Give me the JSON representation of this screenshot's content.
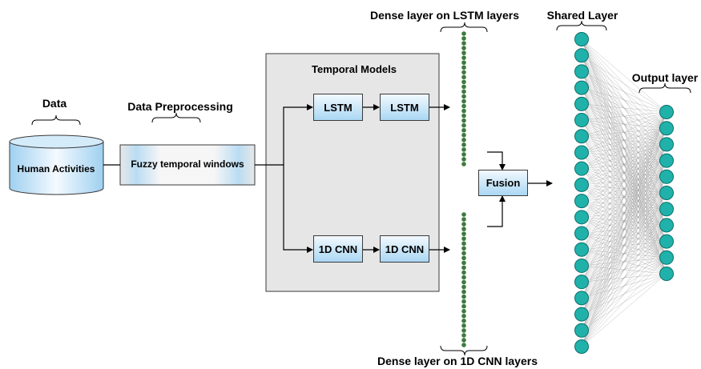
{
  "stages": {
    "data_heading": "Data",
    "data_label": "Human Activities",
    "preprocessing_heading": "Data Preprocessing",
    "preprocessing_label": "Fuzzy temporal windows",
    "temporal_heading": "Temporal Models",
    "lstm_label": "LSTM",
    "cnn_label": "1D CNN",
    "fusion_label": "Fusion",
    "dense_lstm_heading": "Dense layer on LSTM layers",
    "dense_cnn_heading": "Dense layer on 1D CNN layers",
    "shared_heading": "Shared Layer",
    "output_heading": "Output layer"
  },
  "network": {
    "shared_nodes": 20,
    "output_nodes": 11,
    "dense_nodes_per_column": 28,
    "node_color": "#20b2aa",
    "dense_dot_color": "#3d7a3d"
  },
  "colors": {
    "box_gradient_top": "#f2f9fe",
    "box_gradient_bottom": "#aad7f3",
    "panel_fill": "#e6e6e6"
  }
}
